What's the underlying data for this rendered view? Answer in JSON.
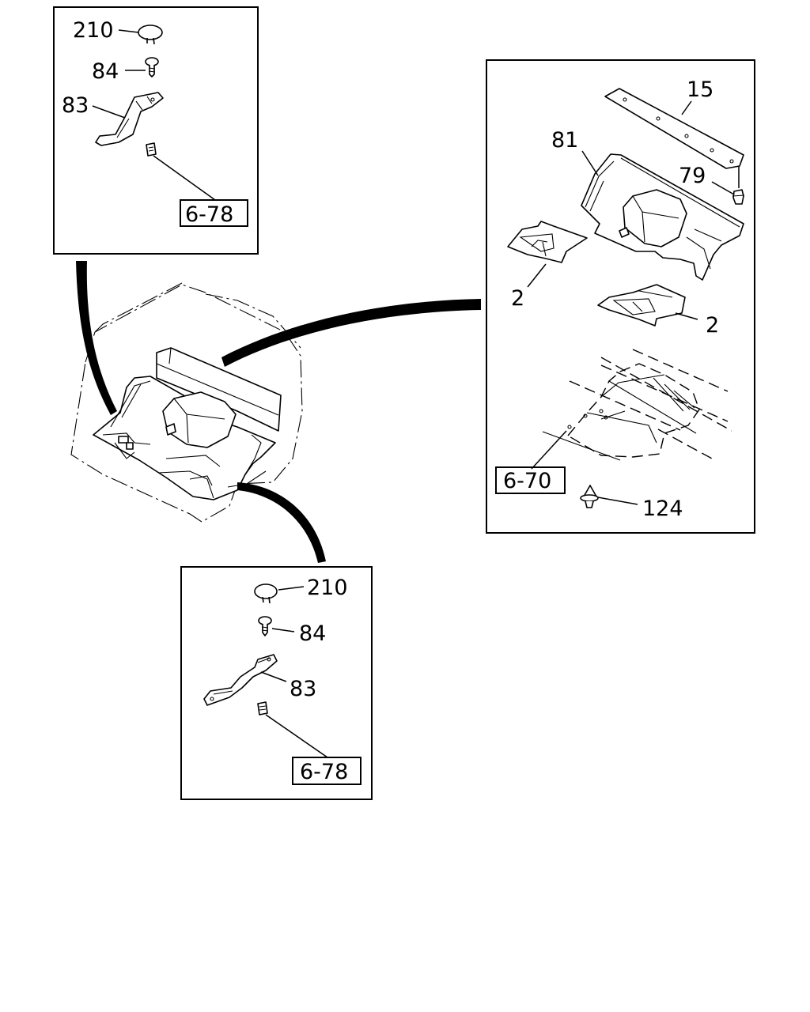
{
  "callouts": {
    "tl_210": "210",
    "tl_84": "84",
    "tl_83": "83",
    "tl_ref": "6-78",
    "r_15": "15",
    "r_81": "81",
    "r_79": "79",
    "r_2a": "2",
    "r_2b": "2",
    "r_ref": "6-70",
    "r_124": "124",
    "bl_210": "210",
    "bl_84": "84",
    "bl_83": "83",
    "bl_ref": "6-78"
  },
  "colors": {
    "line": "#000000",
    "background": "#ffffff"
  }
}
